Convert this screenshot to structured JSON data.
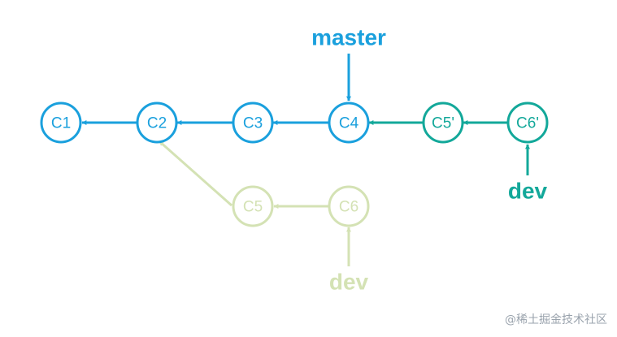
{
  "colors": {
    "master": "#1aa0dd",
    "rebased": "#13a89a",
    "faded": "#d4e2b4"
  },
  "commits": {
    "c1": "C1",
    "c2": "C2",
    "c3": "C3",
    "c4": "C4",
    "c5_rebased": "C5'",
    "c6_rebased": "C6'",
    "c5_old": "C5",
    "c6_old": "C6"
  },
  "refs": {
    "master": "master",
    "dev_new": "dev",
    "dev_old": "dev"
  },
  "watermark": "@稀土掘金技术社区"
}
